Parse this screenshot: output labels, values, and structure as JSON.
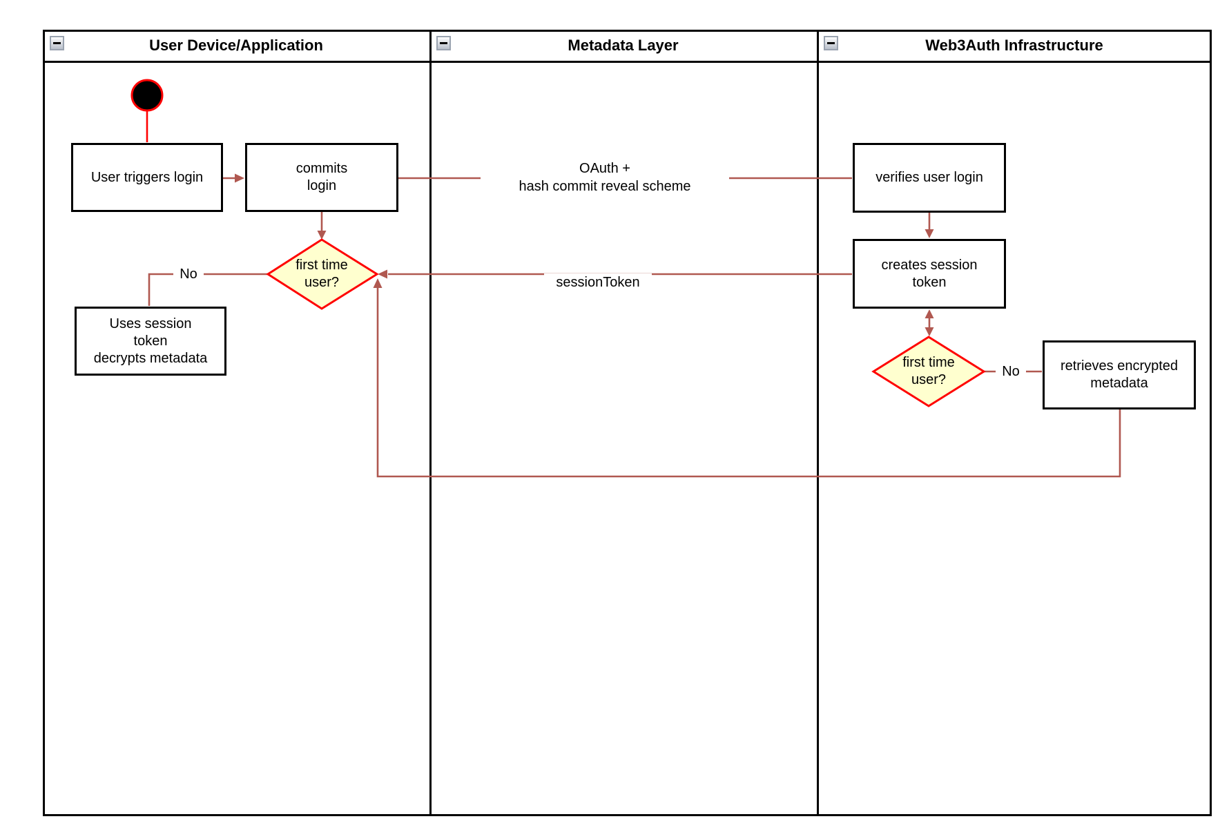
{
  "diagram": {
    "lanes": [
      {
        "title": "User Device/Application"
      },
      {
        "title": "Metadata Layer"
      },
      {
        "title": "Web3Auth Infrastructure"
      }
    ],
    "icons": {
      "lane_collapse": "minus"
    },
    "nodes": {
      "start": "initial-state",
      "user_triggers_login": "User triggers login",
      "commits_login": "commits\nlogin",
      "verifies_user_login": "verifies user login",
      "creates_session_token": "creates session\ntoken",
      "decision_user_device": "first time\nuser?",
      "decision_web3auth": "first time\nuser?",
      "uses_session_token": "Uses session\ntoken\ndecrypts metadata",
      "retrieves_encrypted_metadata": "retrieves encrypted\nmetadata"
    },
    "edge_labels": {
      "oauth": "OAuth +\nhash commit reveal scheme",
      "session_token": "sessionToken",
      "no_user_device": "No",
      "no_web3auth": "No"
    },
    "colors": {
      "node_fill": "#ffffff",
      "node_border": "#000000",
      "decision_fill": "#ffffcf",
      "decision_border": "#ff0000",
      "connector": "#b05850",
      "start_fill": "#000000",
      "start_border": "#ff0000",
      "lane_border": "#000000"
    }
  }
}
